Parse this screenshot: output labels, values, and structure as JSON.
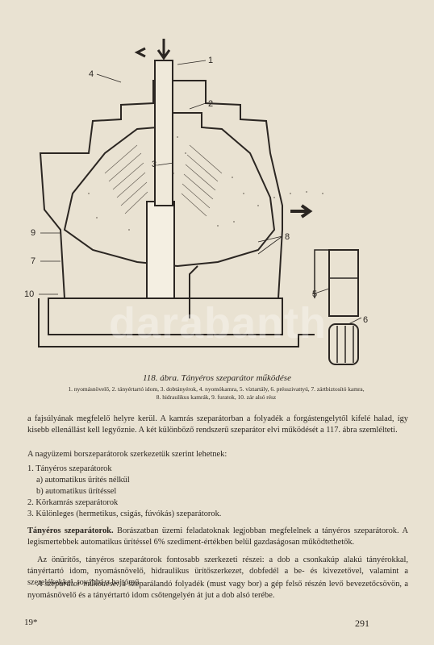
{
  "figure": {
    "labels": [
      "1",
      "2",
      "3",
      "4",
      "5",
      "6",
      "7",
      "8",
      "9",
      "10"
    ]
  },
  "caption": {
    "title": "118. ábra. Tányéros szeparátor működése",
    "line1": "1. nyomásnövelő, 2. tányértartó idom, 3. dobtányérok, 4. nyomókamra, 5. víztartály, 6. présszivattyú, 7. zártbiztosító kamra,",
    "line2": "8. hidraulikus kamrák, 9. furatok, 10. zár alsó rész"
  },
  "body": {
    "p1": "a fajsúlyának megfelelő helyre kerül. A kamrás szeparátorban a folyadék a forgástengelytől kifelé halad, így kisebb ellenállást kell legyőznie. A két különböző rendszerű szeparátor elvi működését a 117. ábra szemlélteti.",
    "p2": "A nagyüzemi borszeparátorok szerkezetük szerint lehetnek:",
    "list": [
      "1. Tányéros szeparátorok",
      "a) automatikus ürítés nélkül",
      "b) automatikus ürítéssel",
      "2. Körkamrás szeparátorok",
      "3. Különleges (hermetikus, csigás, fúvókás) szeparátorok."
    ],
    "p3_bold": "Tányéros szeparátorok.",
    "p3_rest": " Borászatban üzemi feladatoknak legjobban megfelelnek a tányéros szeparátorok. A legismertebbek automatikus ürítéssel 6% szediment-értékben belül gazdaságosan működtethetők.",
    "p4": "Az önürítős, tányéros szeparátorok fontosabb szerkezeti részei: a dob a csonkakúp alakú tányérokkal, tányértartó idom, nyomásnövelő, hidraulikus ürítőszerkezet, dobfedél a be- és kivezetővel, valamint a szerelékekkel, továbbá a hajtómű.",
    "p5_italic": "A szeparátor működése:",
    "p5_rest": " a szeparálandó folyadék (must vagy bor) a gép felső részén levő bevezetőcsövön, a nyomásnövelő és a tányértartó idom csőtengelyén át jut a dob alsó terébe."
  },
  "footer": {
    "signature": "19*",
    "page_number": "291"
  },
  "watermark": "darabanth"
}
